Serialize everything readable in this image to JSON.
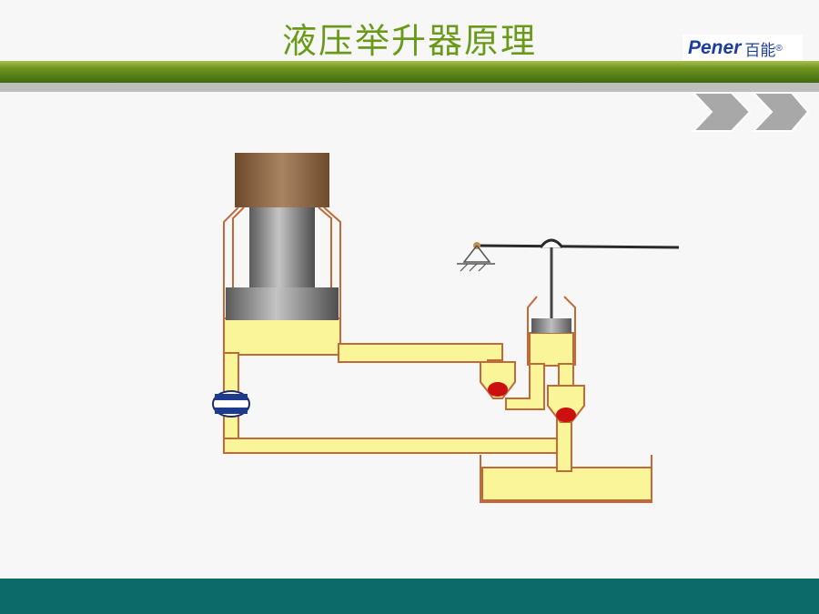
{
  "slide": {
    "title": "液压举升器原理"
  },
  "logo": {
    "text_latin": "Pener",
    "text_cn": "百能",
    "registered": "®"
  },
  "colors": {
    "title": "#6a9a1a",
    "green_band": "#4e7a14",
    "gray_band": "#bdbdbd",
    "footer": "#0c6a68",
    "fluid": "#fbf59a",
    "valve": "#cc1010",
    "load": "#8a6440"
  },
  "icons": {
    "nav": "double-chevron-right-icon",
    "pivot": "fixed-pivot-icon",
    "release_valve": "release-valve-icon"
  }
}
